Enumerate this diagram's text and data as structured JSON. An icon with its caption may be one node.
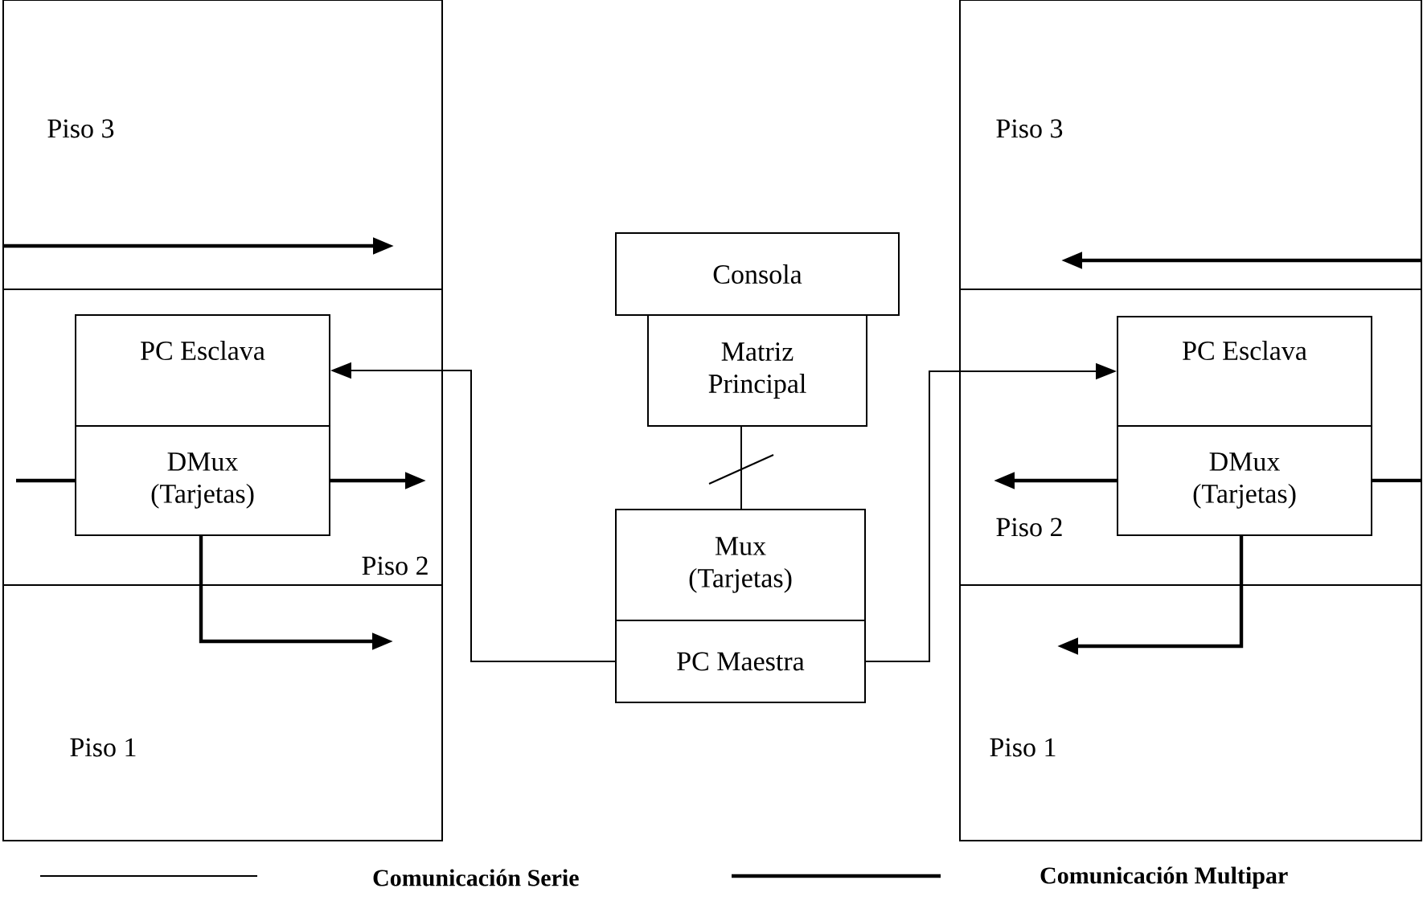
{
  "diagram": {
    "nodes": [
      {
        "text": [
          "Piso 3"
        ]
      },
      {
        "text": [
          "Piso 2"
        ]
      },
      {
        "text": [
          "Piso 1"
        ]
      },
      {
        "text": [
          "PC Esclava"
        ],
        "in": 1
      },
      {
        "text": [
          "DMux (Tarjetas)"
        ],
        "in": 1
      },
      {
        "text": [
          "Consola"
        ]
      },
      {
        "text": [
          "Matriz Principal"
        ]
      },
      {
        "text": [
          "Mux (Tarjetas)"
        ]
      },
      {
        "text": [
          "PC Maestra"
        ]
      },
      {
        "text": [
          "Piso 3"
        ]
      },
      {
        "text": [
          "Piso 2"
        ]
      },
      {
        "text": [
          "Piso 1"
        ]
      },
      {
        "text": [
          "PC Esclava"
        ],
        "in": 10
      },
      {
        "text": [
          "DMux (Tarjetas)"
        ],
        "in": 10
      }
    ],
    "edges": [
      {
        "from": 8,
        "to": 3,
        "arrow": "to"
      },
      {
        "from": 8,
        "to": 12,
        "arrow": "to"
      },
      {
        "from": 6,
        "to": 7,
        "arrow": "none"
      },
      {
        "from": null,
        "to": 4,
        "arrow": "none"
      },
      {
        "from": 4,
        "to": null,
        "arrow": "to"
      },
      {
        "from": 4,
        "to": 2,
        "arrow": "to"
      },
      {
        "from": 13,
        "to": null,
        "arrow": "to"
      },
      {
        "from": 13,
        "to": null,
        "arrow": "none"
      },
      {
        "from": 13,
        "to": 11,
        "arrow": "to"
      }
    ],
    "legend": [
      {
        "text": "Comunicación Serie"
      },
      {
        "text": "Comunicación Multipar"
      }
    ]
  }
}
